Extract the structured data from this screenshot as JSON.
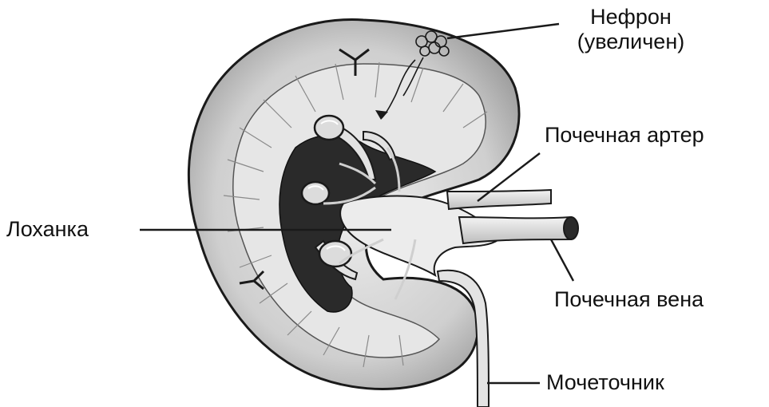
{
  "labels": {
    "nephron": "Нефрон",
    "nephron_note": "(увеличен)",
    "renal_artery": "Почечная артер",
    "pelvis": "Лоханка",
    "renal_vein": "Почечная вена",
    "ureter": "Мочеточник"
  },
  "colors": {
    "ink": "#1a1a1a",
    "cortex": "#cfcfcf",
    "medulla": "#e6e6e6",
    "cavity": "#2a2a2a",
    "pelvis": "#e9e9e9",
    "background": "#ffffff"
  }
}
